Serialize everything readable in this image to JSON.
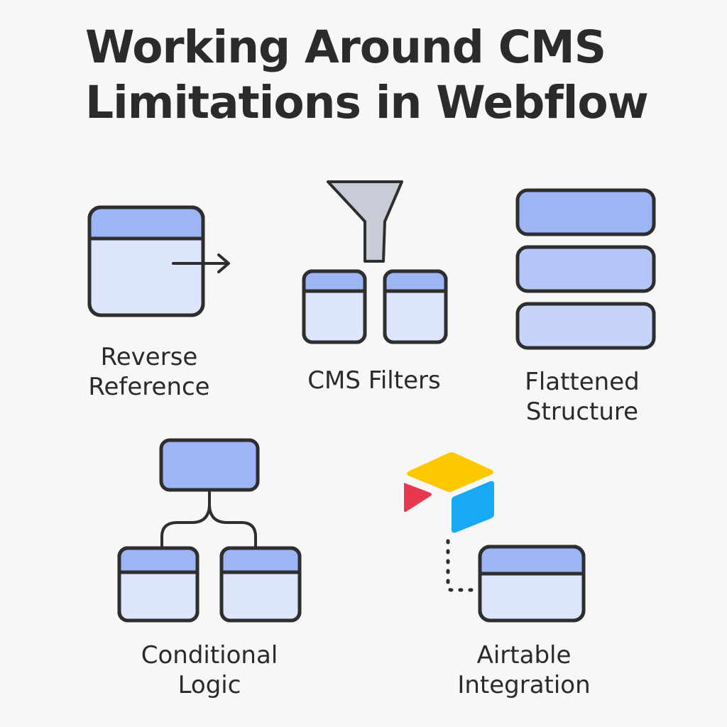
{
  "title": {
    "line1": "Working Around CMS",
    "line2": "Limitations in Webflow"
  },
  "items": [
    {
      "id": "reverse-reference",
      "line1": "Reverse",
      "line2": "Reference",
      "icon": "panel-with-arrow-icon"
    },
    {
      "id": "cms-filters",
      "line1": "CMS Filters",
      "line2": "",
      "icon": "funnel-icon"
    },
    {
      "id": "flattened-structure",
      "line1": "Flattened",
      "line2": "Structure",
      "icon": "stacked-rows-icon"
    },
    {
      "id": "conditional-logic",
      "line1": "Conditional",
      "line2": "Logic",
      "icon": "branching-tree-icon"
    },
    {
      "id": "airtable-integration",
      "line1": "Airtable",
      "line2": "Integration",
      "icon": "airtable-logo-icon"
    }
  ],
  "colors": {
    "background": "#f7f7f7",
    "stroke": "#2e2e2e",
    "panel_header": "#9db4f5",
    "panel_body": "#dde6fd",
    "bar_dark": "#9db4f5",
    "bar_mid": "#b4c6f8",
    "bar_light": "#c6d4fa",
    "funnel": "#c8ccd6",
    "airtable_yellow": "#fcc800",
    "airtable_red": "#e8384f",
    "airtable_blue": "#18a9f5"
  }
}
